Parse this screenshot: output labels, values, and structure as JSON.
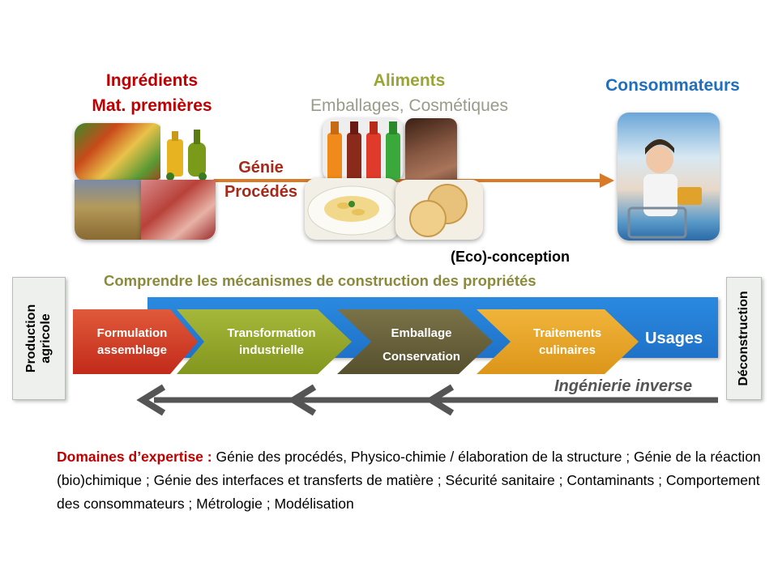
{
  "header": {
    "ingredients_line1": "Ingrédients",
    "ingredients_line2": "Mat. premières",
    "aliments_line1": "Aliments",
    "aliments_line2": "Emballages, Cosmétiques",
    "consommateurs": "Consommateurs"
  },
  "genie": {
    "line1": "Génie",
    "line2": "Procédés"
  },
  "eco_conception": "(Eco)-conception",
  "comprendre": "Comprendre les mécanismes de construction des propriétés",
  "side_left": {
    "line1": "Production",
    "line2": "agricole"
  },
  "side_right": "Déconstruction",
  "stages": [
    {
      "line1": "Formulation",
      "line2": "assemblage",
      "color": "#d23a2a"
    },
    {
      "line1": "Transformation",
      "line2": "industrielle",
      "color": "#93a52a"
    },
    {
      "line1": "Emballage",
      "line2": "Conservation",
      "color": "#615b3b"
    },
    {
      "line1": "Traitements",
      "line2": "culinaires",
      "color": "#e5a21e"
    }
  ],
  "usages": "Usages",
  "ingenierie_inverse": "Ingénierie inverse",
  "expertise": {
    "label": "Domaines d’expertise :",
    "text": "Génie des procédés, Physico-chimie / élaboration de la structure ; Génie de la réaction (bio)chimique  ;  Génie des interfaces et transferts de matière ; Sécurité sanitaire ; Contaminants ; Comportement des consommateurs ; Métrologie ; Modélisation"
  },
  "colors": {
    "ingredients": "#c00000",
    "aliments": "#9aa534",
    "aliments_sub": "#9a9a8a",
    "consommateurs": "#1f6fbf",
    "genie": "#a52a1a",
    "comprendre": "#8a8a3a",
    "process_arrow": "#d87a28",
    "blue_band": "#1f7fd6",
    "back_arrow": "#555555"
  }
}
